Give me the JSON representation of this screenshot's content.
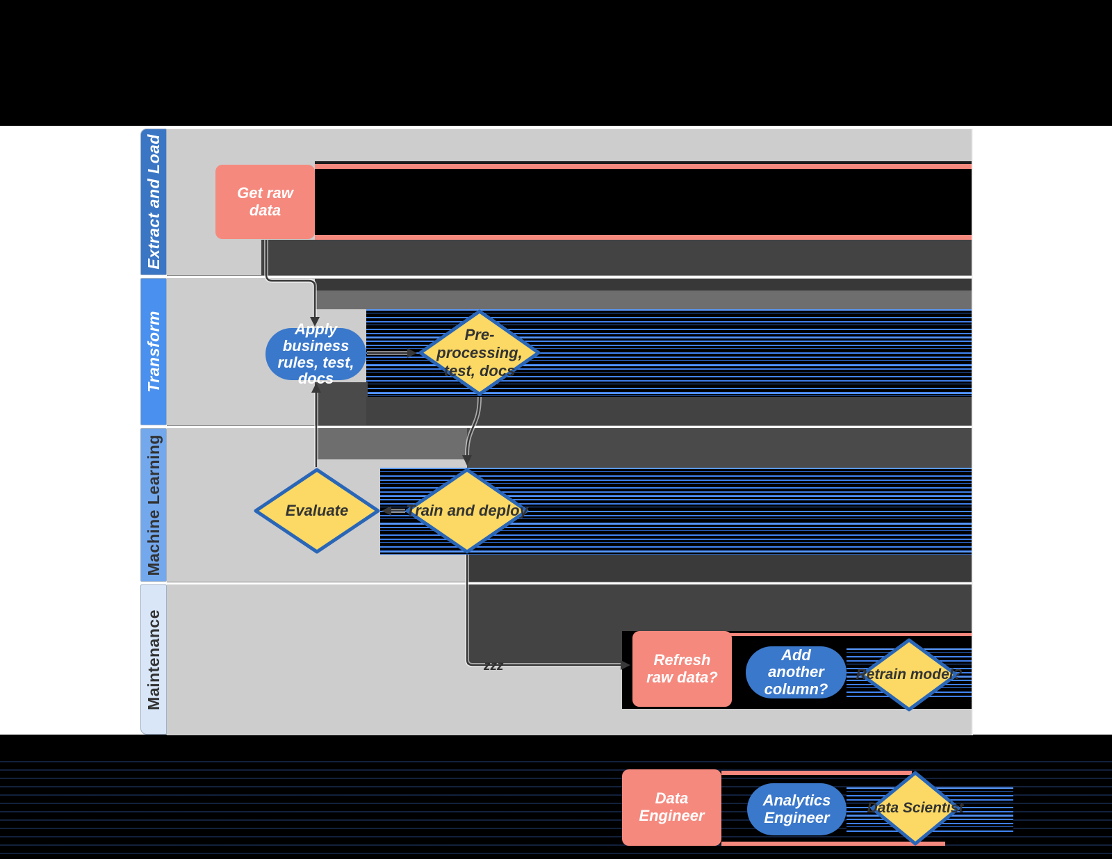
{
  "lanes": [
    {
      "label": "Extract and Load"
    },
    {
      "label": "Transform"
    },
    {
      "label": "Machine Learning"
    },
    {
      "label": "Maintenance"
    }
  ],
  "nodes": {
    "get_raw_data": {
      "label": "Get raw data",
      "shape": "rounded-rectangle",
      "role": "data-engineer"
    },
    "apply_rules": {
      "label": "Apply business rules, test, docs",
      "shape": "pill",
      "role": "analytics-engineer"
    },
    "preprocessing": {
      "label": "Pre-processing, test, docs",
      "shape": "diamond",
      "role": "data-scientist"
    },
    "evaluate": {
      "label": "Evaluate",
      "shape": "diamond",
      "role": "data-scientist"
    },
    "train_deploy": {
      "label": "Train and deploy",
      "shape": "diamond",
      "role": "data-scientist"
    },
    "refresh_raw": {
      "label": "Refresh raw data?",
      "shape": "rounded-rectangle",
      "role": "data-engineer"
    },
    "add_column": {
      "label": "Add another column?",
      "shape": "pill",
      "role": "analytics-engineer"
    },
    "retrain": {
      "label": "Retrain model?",
      "shape": "diamond",
      "role": "data-scientist"
    }
  },
  "connector_label": "zzz",
  "legend": {
    "data_engineer": "Data Engineer",
    "analytics_engineer": "Analytics Engineer",
    "data_scientist": "Data Scientist"
  },
  "colors": {
    "salmon": "#F5897E",
    "blue": "#3A78CB",
    "yellow": "#FBD964",
    "yellow_border": "#2A66B8",
    "lane1_header": "#3B76C4",
    "lane2_header": "#4A90EE",
    "lane3_header": "#73A8ED",
    "lane4_header": "#D8E6F8",
    "canvas": "#CDCDCD",
    "connector": "#383838"
  }
}
